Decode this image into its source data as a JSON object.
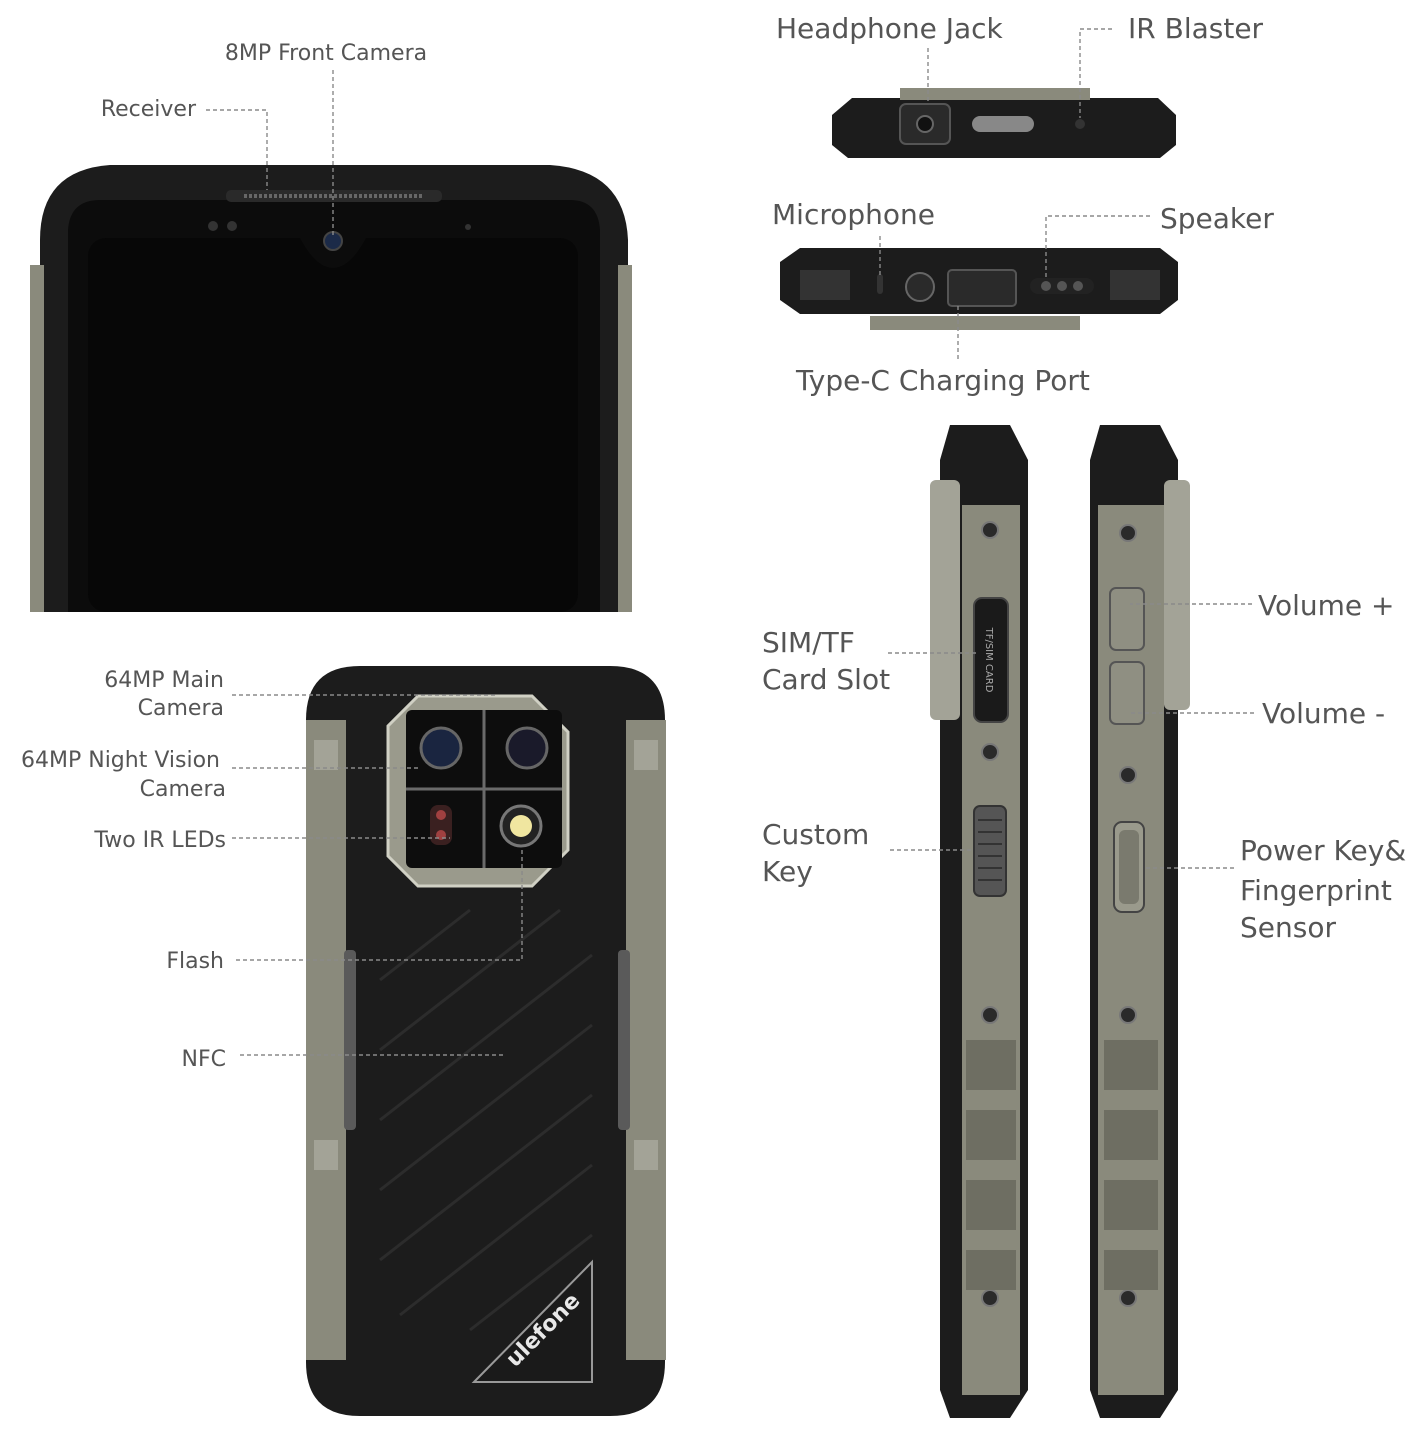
{
  "labels": {
    "front": {
      "front_camera": "8MP Front Camera",
      "receiver": "Receiver"
    },
    "back": {
      "main_camera": [
        "64MP Main",
        "Camera"
      ],
      "night_camera": [
        "64MP Night Vision",
        "Camera"
      ],
      "ir_leds": "Two IR LEDs",
      "flash": "Flash",
      "nfc": "NFC",
      "brand": "ulefone"
    },
    "top_edge": {
      "headphone_jack": "Headphone Jack",
      "ir_blaster": "IR Blaster"
    },
    "bottom_edge": {
      "microphone": "Microphone",
      "speaker": "Speaker",
      "charging_port": "Type-C Charging Port"
    },
    "side_left": {
      "sim_slot": [
        "SIM/TF",
        "Card Slot"
      ],
      "custom_key": [
        "Custom",
        "Key"
      ],
      "sim_tray_text": "TF/SIM CARD"
    },
    "side_right": {
      "volume_up": "Volume +",
      "volume_down": "Volume -",
      "power_key": [
        "Power Key&",
        "Fingerprint",
        "Sensor"
      ]
    }
  },
  "colors": {
    "label_text": "#555555",
    "leader_line": "#8a8a8a",
    "frame_black": "#1c1c1c",
    "steel_frame": "#8a8a7c",
    "screen": "#0a0a0a"
  }
}
